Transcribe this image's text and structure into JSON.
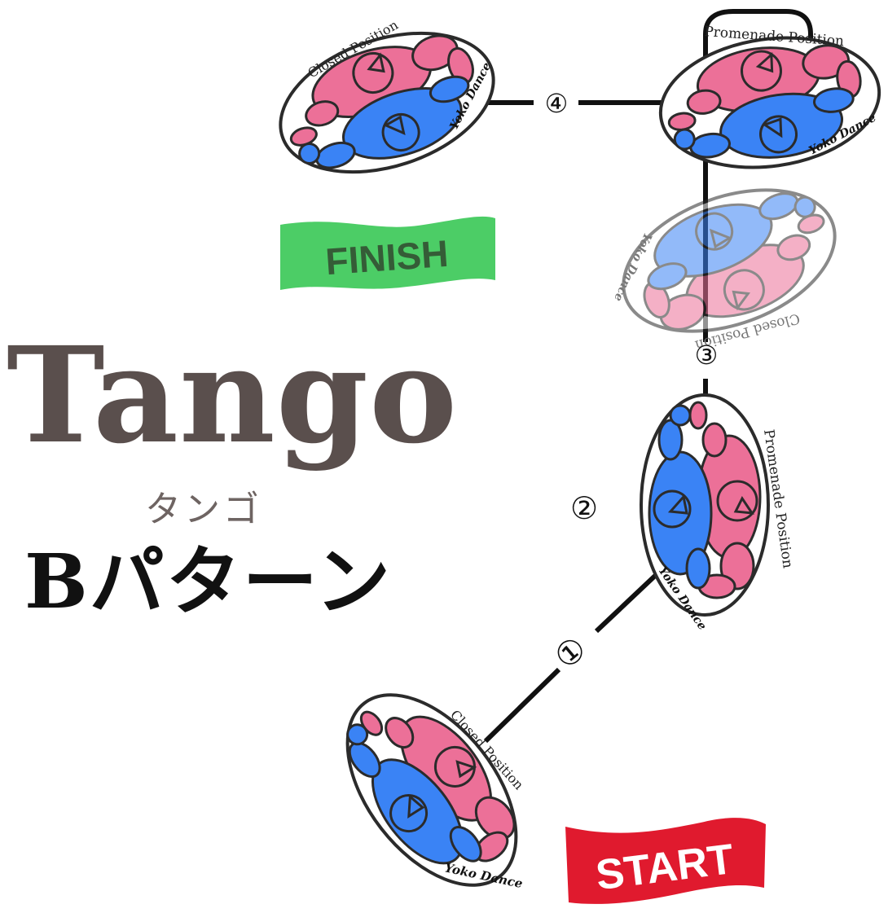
{
  "title": {
    "main": "Tango",
    "kana": "タンゴ",
    "pattern": "Bパターン"
  },
  "banners": {
    "start": {
      "label": "START",
      "color": "#e01a2e",
      "text_color": "#ffffff"
    },
    "finish": {
      "label": "FINISH",
      "color": "#4ccd66",
      "text_color": "#355c37"
    }
  },
  "steps": [
    {
      "number": "①"
    },
    {
      "number": "②"
    },
    {
      "number": "③"
    },
    {
      "number": "④"
    }
  ],
  "figures": [
    {
      "label": "Closed Position",
      "signature": "Yoko Dance"
    },
    {
      "label": "Promenade Position",
      "signature": "Yoko Dance"
    },
    {
      "label": "Closed Position",
      "signature": "Yoko Dance"
    },
    {
      "label": "Promenade Position",
      "signature": "Yoko Dance"
    },
    {
      "label": "Closed Position",
      "signature": "Yoko Dance"
    }
  ],
  "colors": {
    "leader": "#3a83f5",
    "follower": "#ec7098",
    "outline": "#2b2b2b",
    "path": "#111111"
  }
}
